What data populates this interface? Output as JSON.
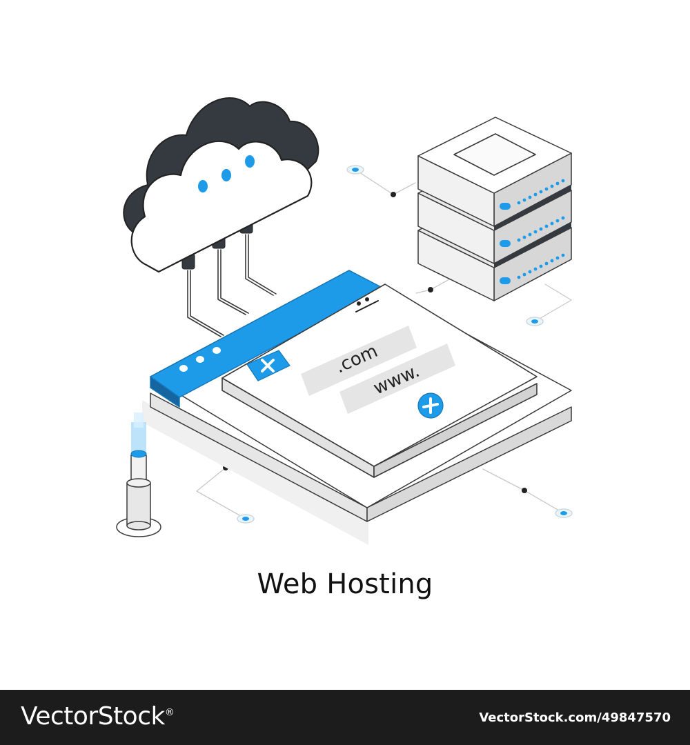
{
  "title": "Web Hosting",
  "domain_tags": {
    "com": ".com",
    "www": "www."
  },
  "footer": {
    "brand": "VectorStock",
    "image_id": "VectorStock.com/49847570"
  },
  "colors": {
    "accent": "#1e9be8",
    "dark": "#353a40",
    "outline": "#3a3a3a",
    "footer": "#1c1c1c"
  },
  "icons": [
    "cloud-icon",
    "server-stack-icon",
    "browser-window-icon",
    "plus-icon",
    "cable-connector-icon"
  ]
}
